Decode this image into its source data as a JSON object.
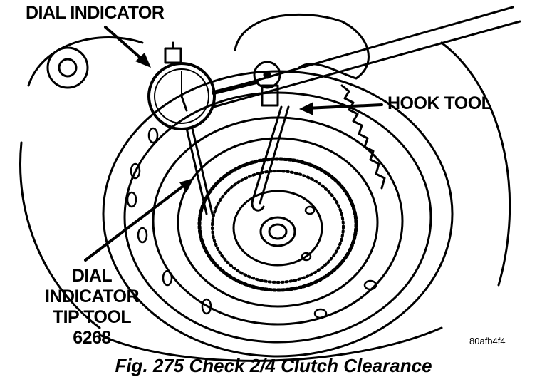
{
  "labels": {
    "dial_indicator": "DIAL INDICATOR",
    "hook_tool": "HOOK TOOL",
    "tip_tool_line1": "DIAL",
    "tip_tool_line2": "INDICATOR",
    "tip_tool_line3": "TIP TOOL",
    "tip_tool_line4": "6268",
    "figure_code": "80afb4f4"
  },
  "caption": "Fig. 275 Check 2/4 Clutch Clearance"
}
